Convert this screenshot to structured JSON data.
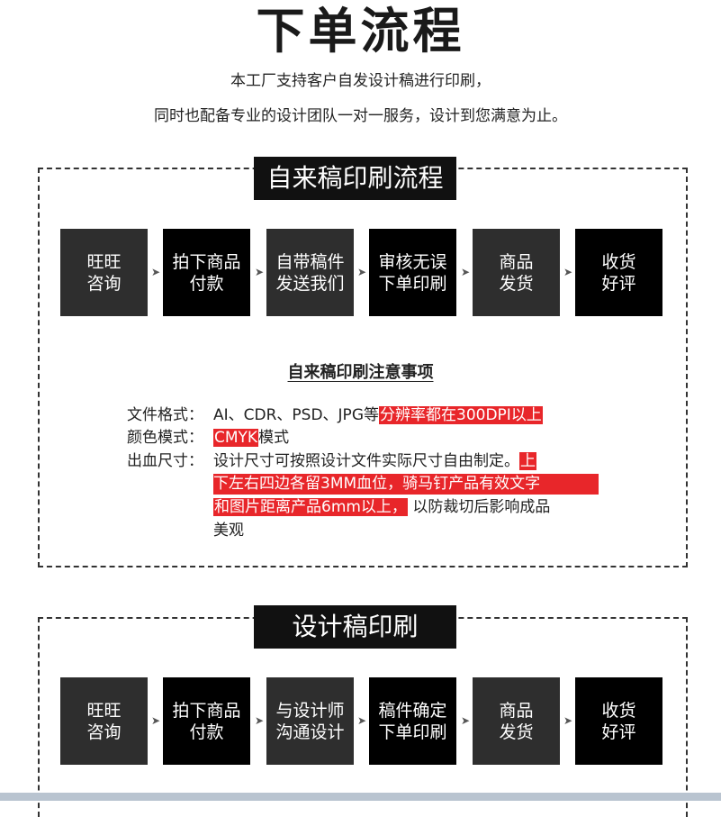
{
  "header": {
    "title": "下单流程",
    "intro_line1": "本工厂支持客户自发设计稿进行印刷，",
    "intro_line2": "同时也配备专业的设计团队一对一服务，设计到您满意为止。"
  },
  "section1": {
    "title": "自来稿印刷流程",
    "steps": [
      {
        "line1": "旺旺",
        "line2": "咨询"
      },
      {
        "line1": "拍下商品",
        "line2": "付款"
      },
      {
        "line1": "自带稿件",
        "line2": "发送我们"
      },
      {
        "line1": "审核无误",
        "line2": "下单印刷"
      },
      {
        "line1": "商品",
        "line2": "发货"
      },
      {
        "line1": "收货",
        "line2": "好评"
      }
    ],
    "arrow_glyph": "➤",
    "notes_title": "自来稿印刷注意事项",
    "notes": {
      "format_label": "文件格式：",
      "format_text": "AI、CDR、PSD、JPG等",
      "format_highlight": "分辨率都在300DPI以上",
      "color_label": "颜色模式：",
      "color_highlight": "CMYK",
      "color_text": "模式",
      "bleed_label": "出血尺寸：",
      "bleed_text1": "设计尺寸可按照设计文件实际尺寸自由制定。",
      "bleed_highlight1": "上",
      "bleed_highlight2": "下左右四边各留3MM血位，骑马钉产品有效文字",
      "bleed_highlight3": "和图片距离产品6mm以上，",
      "bleed_text2": "以防裁切后影响成品",
      "bleed_text3": "美观"
    }
  },
  "section2": {
    "title": "设计稿印刷",
    "steps": [
      {
        "line1": "旺旺",
        "line2": "咨询"
      },
      {
        "line1": "拍下商品",
        "line2": "付款"
      },
      {
        "line1": "与设计师",
        "line2": "沟通设计"
      },
      {
        "line1": "稿件确定",
        "line2": "下单印刷"
      },
      {
        "line1": "商品",
        "line2": "发货"
      },
      {
        "line1": "收货",
        "line2": "好评"
      }
    ]
  },
  "colors": {
    "accent_red": "#e8262a",
    "step_gray": "#2e2e2e",
    "step_black": "#000000"
  }
}
